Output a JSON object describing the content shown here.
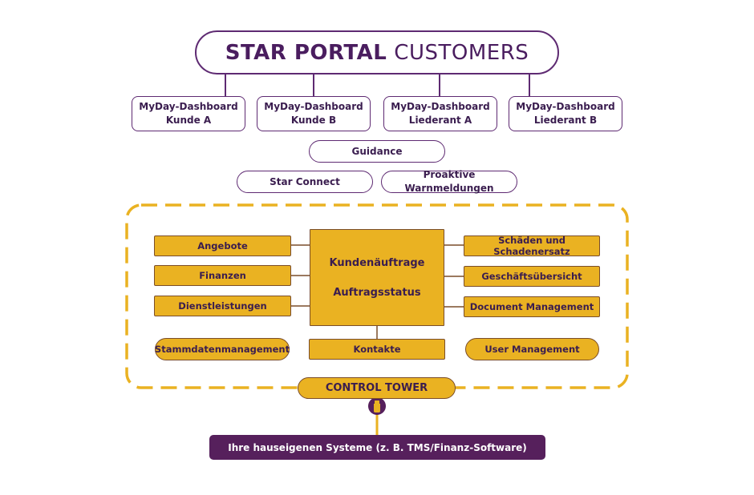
{
  "title": {
    "bold": "STAR PORTAL",
    "light": "CUSTOMERS"
  },
  "dashboards": [
    {
      "line1": "MyDay-Dashboard",
      "line2": "Kunde A"
    },
    {
      "line1": "MyDay-Dashboard",
      "line2": "Kunde B"
    },
    {
      "line1": "MyDay-Dashboard",
      "line2": "Liederant A"
    },
    {
      "line1": "MyDay-Dashboard",
      "line2": "Liederant B"
    }
  ],
  "guidance": "Guidance",
  "star_connect": "Star Connect",
  "warnings": "Proaktive Warnmeldungen",
  "left_modules": [
    "Angebote",
    "Finanzen",
    "Dienstleistungen"
  ],
  "right_modules": [
    "Schäden und Schadenersatz",
    "Geschäftsübersicht",
    "Document Management"
  ],
  "center": {
    "line1": "Kundenäuftrage",
    "line2": "Auftragsstatus"
  },
  "contacts": "Kontakte",
  "master_data": "Stammdatenmanagement",
  "user_management": "User Management",
  "control_tower": "CONTROL TOWER",
  "systems": "Ihre hauseigenen Systeme (z. B. TMS/Finanz-Software)",
  "colors": {
    "violet": "#5e2a72",
    "yellow": "#eab222",
    "dark_violet": "#56205c"
  },
  "icons": [
    "plug-icon"
  ]
}
